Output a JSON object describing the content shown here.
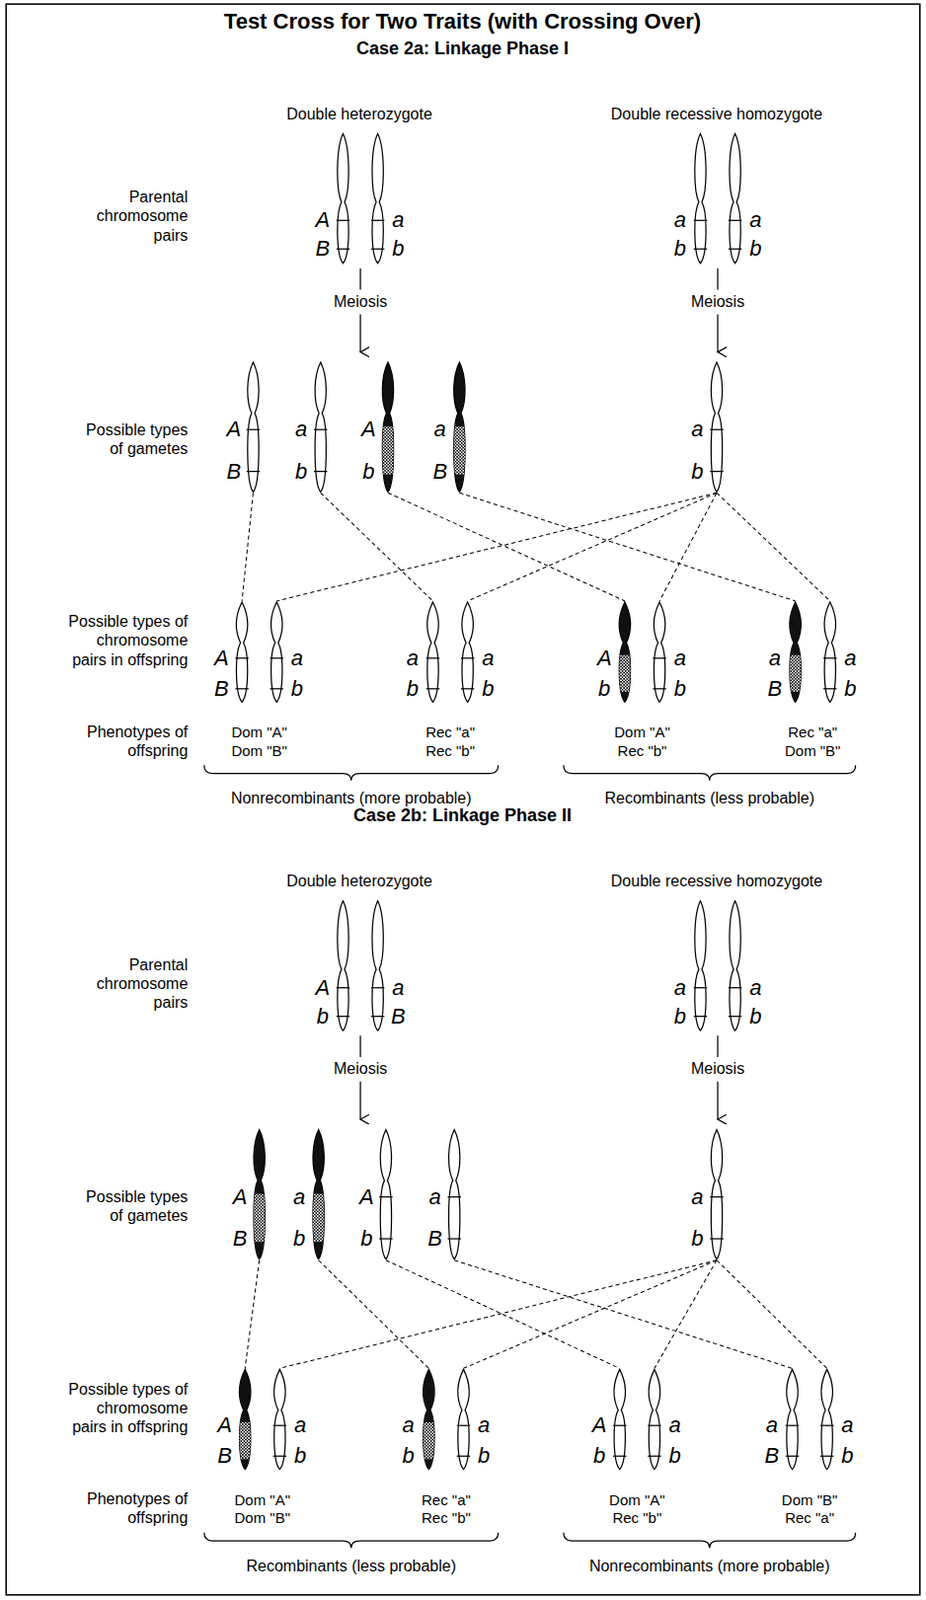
{
  "diagram": {
    "title": "Test Cross for Two Traits (with Crossing Over)",
    "labels": [
      "Case 2a: Linkage Phase I",
      "Double heterozygote",
      "Double recessive homozygote",
      "Parental chromosome pairs",
      "A",
      "B",
      "a",
      "b",
      "a",
      "b",
      "a",
      "b",
      "Meiosis",
      "Meiosis",
      "Possible types of gametes",
      "A",
      "B",
      "a",
      "b",
      "A",
      "b",
      "a",
      "B",
      "a",
      "b",
      "Possible types of chromosome pairs in offspring",
      "A",
      "B",
      "a",
      "b",
      "a",
      "b",
      "a",
      "b",
      "A",
      "b",
      "a",
      "b",
      "a",
      "B",
      "a",
      "b",
      "Phenotypes of offspring",
      "Dom \"A\"",
      "Dom \"B\"",
      "Rec \"a\"",
      "Rec \"b\"",
      "Dom \"A\"",
      "Rec \"b\"",
      "Rec \"a\"",
      "Dom \"B\"",
      "Nonrecombinants (more probable)",
      "Recombinants (less probable)",
      "Case 2b: Linkage Phase II",
      "Double heterozygote",
      "Double recessive homozygote",
      "Parental chromosome pairs",
      "A",
      "b",
      "a",
      "B",
      "a",
      "b",
      "a",
      "b",
      "Meiosis",
      "Meiosis",
      "Possible types of gametes",
      "A",
      "B",
      "a",
      "b",
      "A",
      "b",
      "a",
      "B",
      "a",
      "b",
      "Possible types of chromosome pairs in offspring",
      "A",
      "B",
      "a",
      "b",
      "a",
      "b",
      "a",
      "b",
      "A",
      "b",
      "a",
      "b",
      "a",
      "B",
      "a",
      "b",
      "Phenotypes of offspring",
      "Dom \"A\"",
      "Dom \"B\"",
      "Rec \"a\"",
      "Rec \"b\"",
      "Dom \"A\"",
      "Rec \"b\"",
      "Dom \"B\"",
      "Rec \"a\"",
      "Recombinants (less probable)",
      "Nonrecombinants (more probable)"
    ]
  }
}
